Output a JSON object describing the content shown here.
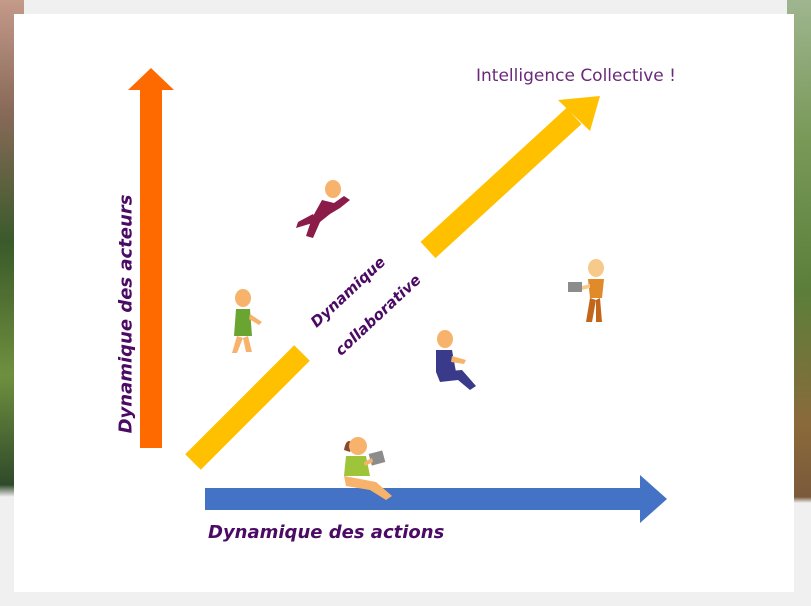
{
  "labels": {
    "collective": "Intelligence Collective !",
    "actors_axis": "Dynamique des acteurs",
    "actions_axis": "Dynamique des actions",
    "collaborative_line1": "Dynamique",
    "collaborative_line2": "collaborative"
  },
  "colors": {
    "actors_arrow": "#ff6a00",
    "actions_arrow": "#4472c4",
    "collaborative_arrow": "#ffc000",
    "label_text": "#4b0a63",
    "collective_text": "#6a2a7a"
  }
}
